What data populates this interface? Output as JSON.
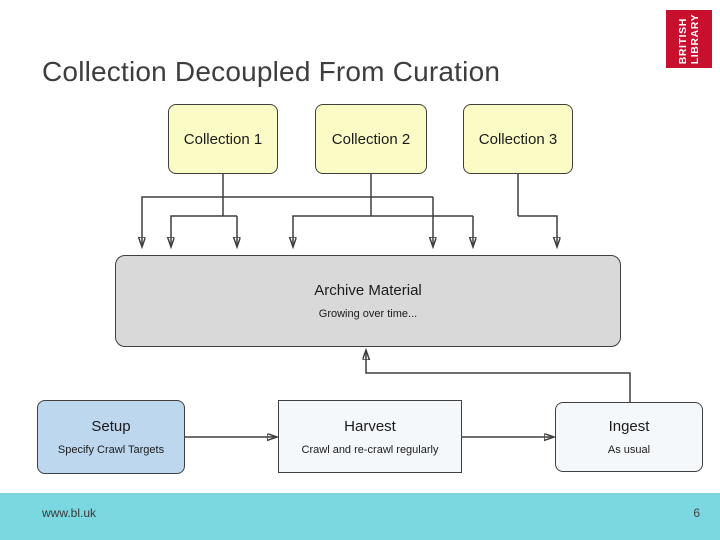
{
  "slide": {
    "title": "Collection Decoupled From Curation",
    "footer": {
      "url": "www.bl.uk",
      "page_number": "6",
      "bar_color": "#7BD7E0"
    }
  },
  "logo": {
    "line1": "BRITISH",
    "line2": "LIBRARY",
    "bg_color": "#C8102E",
    "text_color": "#FFFFFF"
  },
  "diagram": {
    "collections": [
      {
        "label": "Collection 1"
      },
      {
        "label": "Collection 2"
      },
      {
        "label": "Collection 3"
      }
    ],
    "collection_fill": "#FBFBC5",
    "archive": {
      "title": "Archive Material",
      "subtitle": "Growing over time...",
      "fill": "#D9D9D9"
    },
    "process": [
      {
        "title": "Setup",
        "subtitle": "Specify Crawl Targets",
        "fill": "#BDD7EE"
      },
      {
        "title": "Harvest",
        "subtitle": "Crawl and re-crawl regularly",
        "fill": "#F4F8FB"
      },
      {
        "title": "Ingest",
        "subtitle": "As usual",
        "fill": "#F4F8FB"
      }
    ]
  }
}
